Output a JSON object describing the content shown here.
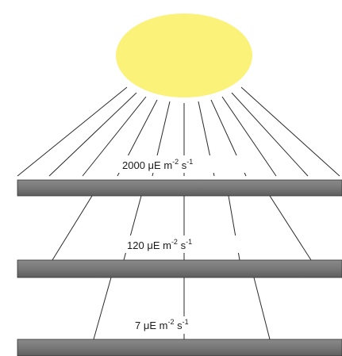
{
  "diagram": {
    "light_source": {
      "color": "#fbf27a"
    },
    "layers": [
      {
        "label_value": "2000",
        "label_unit": "μE m",
        "exp1": "-2",
        "label_s": " s",
        "exp2": "-1"
      },
      {
        "label_value": "120",
        "label_unit": "μE m",
        "exp1": "-2",
        "label_s": " s",
        "exp2": "-1"
      },
      {
        "label_value": "7",
        "label_unit": "μE m",
        "exp1": "-2",
        "label_s": " s",
        "exp2": "-1"
      }
    ],
    "slab_color": "#6e6e6e"
  }
}
